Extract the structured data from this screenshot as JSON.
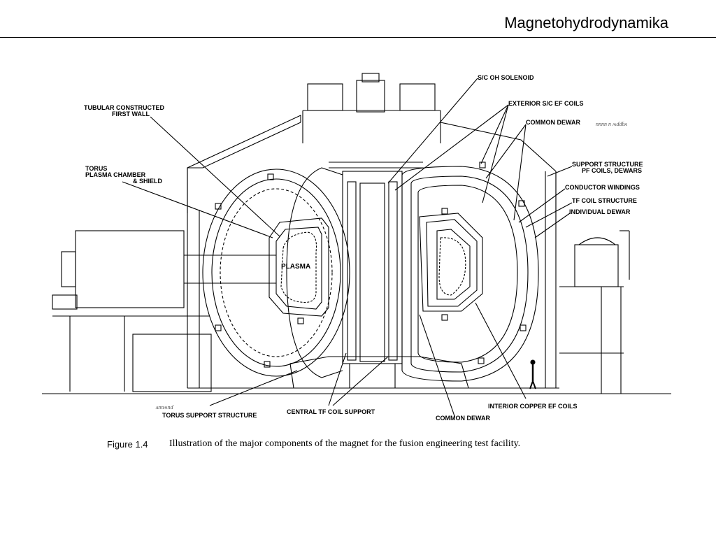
{
  "header": {
    "title": "Magnetohydrodynamika"
  },
  "figure": {
    "caption_number": "Figure 1.4",
    "caption_text": "Illustration of the major components of the magnet for the fusion engineering test facility.",
    "plasma_label": "PLASMA",
    "labels": {
      "tubular_line1": "TUBULAR CONSTRUCTED",
      "tubular_line2": "FIRST WALL",
      "torus_line1": "TORUS",
      "torus_line2": "PLASMA CHAMBER",
      "torus_line3": "& SHIELD",
      "oh_solenoid": "S/C OH SOLENOID",
      "exterior_ef": "EXTERIOR S/C EF COILS",
      "common_dewar_top": "COMMON DEWAR",
      "support_line1": "SUPPORT STRUCTURE",
      "support_line2": "PF COILS, DEWARS",
      "conductor_windings": "CONDUCTOR WINDINGS",
      "tf_coil_structure": "TF COIL STRUCTURE",
      "individual_dewar": "INDIVIDUAL DEWAR",
      "torus_support": "TORUS SUPPORT STRUCTURE",
      "central_tf": "CENTRAL TF COIL SUPPORT",
      "interior_copper": "INTERIOR COPPER EF COILS",
      "common_dewar_bottom": "COMMON DEWAR"
    },
    "handwritten": {
      "top_note": "ᴨᴨᴨᴨ ᴨ ʍɗɗɓᴀ",
      "bottom_note": "ᴀᴨᴨʍᴨɗ"
    }
  }
}
